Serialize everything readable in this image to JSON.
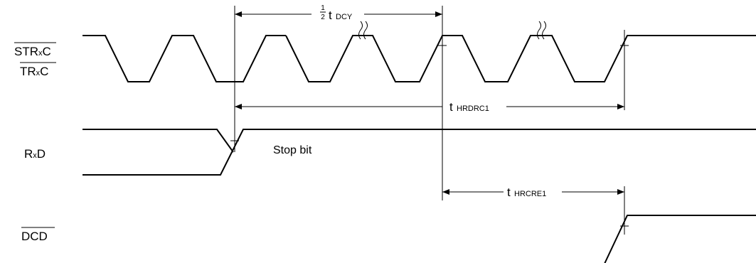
{
  "signals": {
    "strxc": {
      "name": "STRxC",
      "over_bar": true,
      "small_letter": "x"
    },
    "trxc": {
      "name": "TRxC",
      "over_bar": true,
      "small_letter": "x"
    },
    "rxd": {
      "name": "RxD",
      "over_bar": false,
      "small_letter": "x"
    },
    "dcd": {
      "name": "DCD",
      "over_bar": true,
      "small_letter": ""
    }
  },
  "annotations": {
    "stop_bit": "Stop bit"
  },
  "timings": {
    "t_dcy": {
      "coefficient_num": "1",
      "coefficient_den": "2",
      "symbol": "t",
      "subscript": "DCY"
    },
    "t_hrdrc1": {
      "symbol": "t",
      "subscript": "HRDRC1"
    },
    "t_hrcre1": {
      "symbol": "t",
      "subscript": "HRCRE1"
    }
  }
}
